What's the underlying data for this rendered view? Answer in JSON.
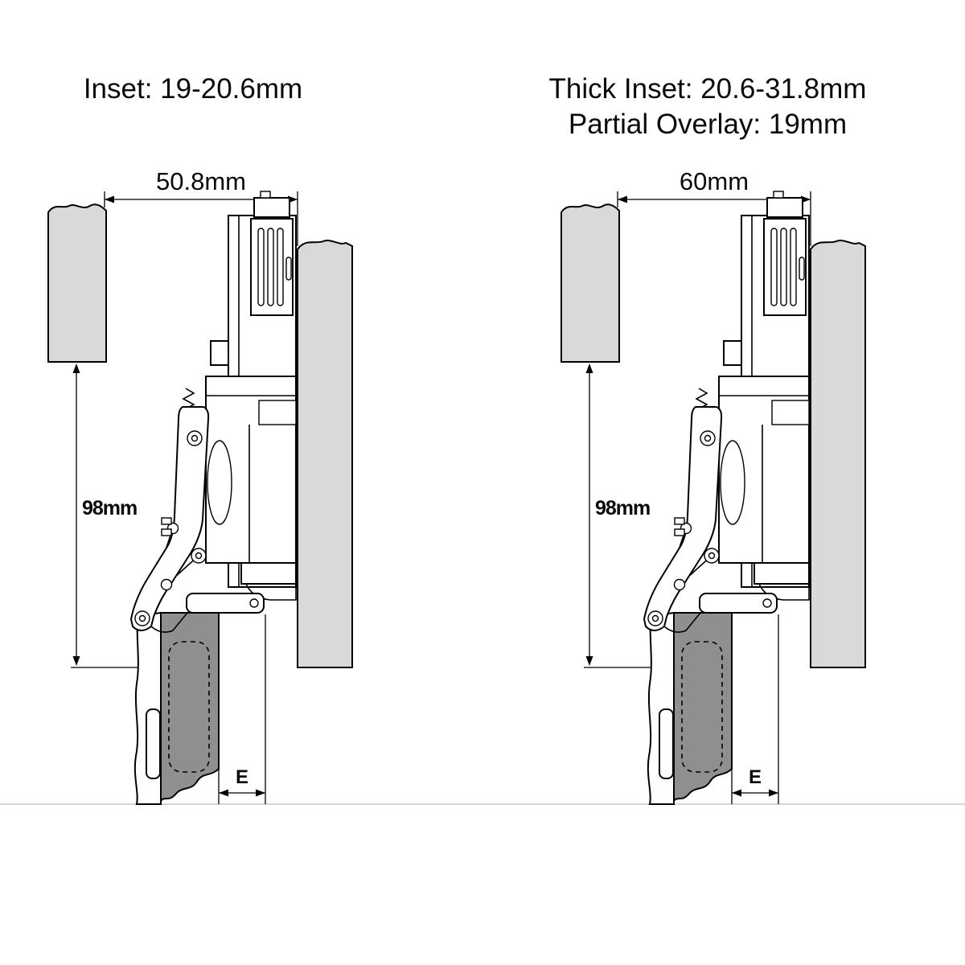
{
  "left_diagram": {
    "title": "Inset: 19-20.6mm",
    "top_dimension": "50.8mm",
    "vertical_dimension": "98mm",
    "bottom_dimension": "E"
  },
  "right_diagram": {
    "title_line1": "Thick Inset: 20.6-31.8mm",
    "title_line2": "Partial Overlay: 19mm",
    "top_dimension": "60mm",
    "vertical_dimension": "98mm",
    "bottom_dimension": "E"
  },
  "colors": {
    "background": "#ffffff",
    "line": "#000000",
    "panel_fill": "#d9d9d9",
    "door_fill": "#8f8f8f",
    "baseline": "#d4d4d4"
  }
}
